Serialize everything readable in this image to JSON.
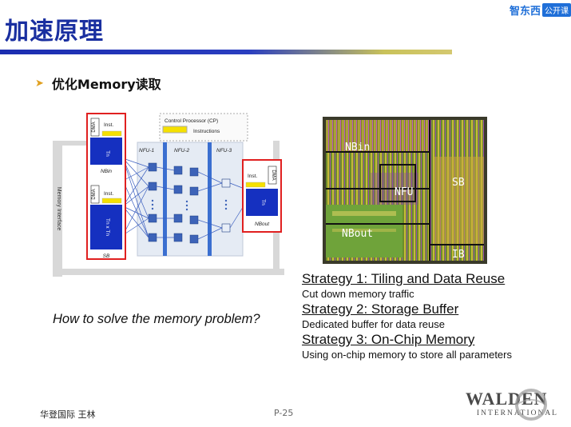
{
  "slide": {
    "title": "加速原理",
    "subtitle": "优化Memory读取",
    "question": "How to solve the memory problem?",
    "page": "P-25",
    "footer_left": "华登国际 王林"
  },
  "brand": {
    "name": "智东西",
    "tag": "公开课"
  },
  "diagram": {
    "memory_interface": "Memory Interface",
    "control_processor": "Control Processor (CP)",
    "instructions": "Instructions",
    "nfu1": "NFU-1",
    "nfu2": "NFU-2",
    "nfu3": "NFU-3",
    "dma": "DMA",
    "inst": "Inst.",
    "tn": "Tn",
    "tnxtn": "Tn x Tn",
    "nbin": "NBin",
    "nbout": "NBout",
    "sb": "SB"
  },
  "chip": {
    "labels": [
      "NBin",
      "NFU",
      "SB",
      "NBout",
      "IB"
    ]
  },
  "strategies": [
    {
      "heading": "Strategy 1: Tiling and Data Reuse",
      "desc": "Cut down memory traffic"
    },
    {
      "heading": "Strategy 2: Storage Buffer",
      "desc": "Dedicated buffer for data reuse"
    },
    {
      "heading": "Strategy 3: On-Chip Memory",
      "desc": "Using on-chip memory to store all parameters"
    }
  ],
  "logo": {
    "line1": "WALDEN",
    "line2": "INTERNATIONAL"
  },
  "colors": {
    "title": "#1a2fa0",
    "accent_bar_start": "#1b2db0",
    "accent_bar_end": "#d4c870",
    "buffer_blue": "#1530c0",
    "highlight_red": "#e02020"
  }
}
